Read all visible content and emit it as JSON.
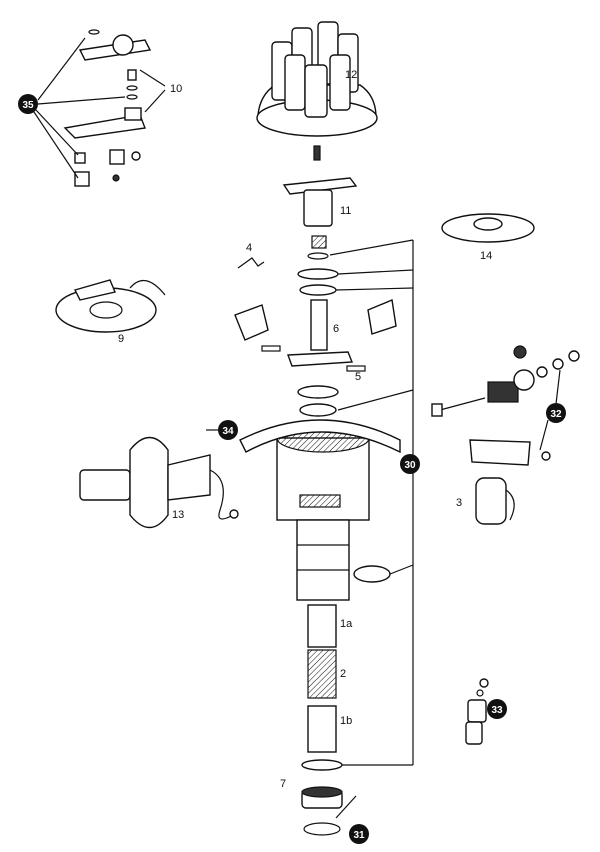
{
  "labels": {
    "l35": "35",
    "l10": "10",
    "l12": "12",
    "l11": "11",
    "l14": "14",
    "l4": "4",
    "l6": "6",
    "l5": "5",
    "l9": "9",
    "l34": "34",
    "l30": "30",
    "l32": "32",
    "l13": "13",
    "l3": "3",
    "l1a": "1a",
    "l2": "2",
    "l1b": "1b",
    "l7": "7",
    "l31": "31",
    "l33": "33"
  }
}
